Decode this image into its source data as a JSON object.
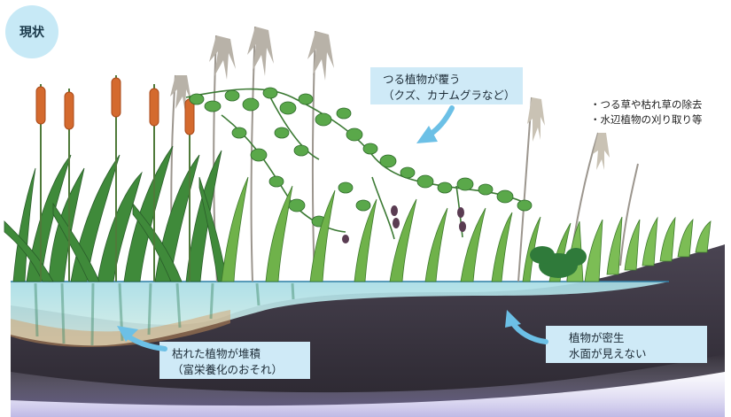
{
  "badge": {
    "label": "現状"
  },
  "callouts": {
    "vines": {
      "line1": "つる植物が覆う",
      "line2": "（クズ、カナムグラなど）"
    },
    "sediment": {
      "line1": "枯れた植物が堆積",
      "line2": "（富栄養化のおそれ）"
    },
    "dense": {
      "line1": "植物が密生",
      "line2": "水面が見えない"
    }
  },
  "notes": {
    "item1": "・つる草や枯れ草の除去",
    "item2": "・水辺植物の刈り取り等"
  },
  "colors": {
    "badge_bg": "#c7e9f6",
    "callout_bg": "#cfeaf7",
    "arrow": "#6cc0e6",
    "water": "#bfe6ec",
    "soil": "#3a3540",
    "grass": "#3f8a3a",
    "cattail": "#d46a2e",
    "reed": "#b8b2a8"
  }
}
